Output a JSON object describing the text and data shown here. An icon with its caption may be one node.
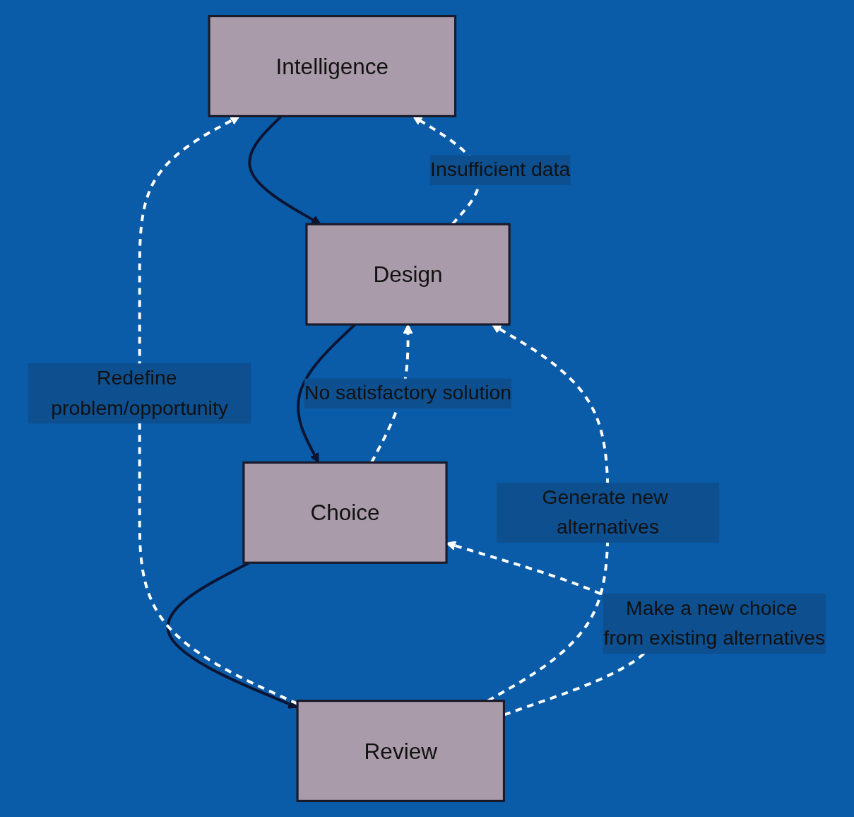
{
  "diagram": {
    "nodes": [
      {
        "text": [
          "Intelligence"
        ]
      },
      {
        "text": [
          "Design"
        ]
      },
      {
        "text": [
          "Choice"
        ]
      },
      {
        "text": [
          "Review"
        ]
      }
    ],
    "edges": [
      {
        "from": 0,
        "to": 1,
        "arrow": "to",
        "color": "#0b1533"
      },
      {
        "from": 1,
        "to": 2,
        "arrow": "to",
        "color": "#0b1533"
      },
      {
        "from": 2,
        "to": 3,
        "arrow": "to",
        "color": "#0b1533"
      },
      {
        "from": 1,
        "to": 0,
        "arrow": "to",
        "style": "dashed",
        "label": "Insufficient data"
      },
      {
        "from": 2,
        "to": 1,
        "arrow": "to",
        "style": "dashed",
        "label": "No satisfactory solution"
      },
      {
        "from": 3,
        "to": 0,
        "arrow": "to",
        "style": "dashed",
        "label": "Redefine problem/opportunity"
      },
      {
        "from": 3,
        "to": 1,
        "arrow": "to",
        "style": "dashed",
        "label": "Generate new alternatives"
      },
      {
        "from": 3,
        "to": 2,
        "arrow": "to",
        "style": "dashed",
        "label": "Make a new choice from existing alternatives"
      }
    ]
  }
}
